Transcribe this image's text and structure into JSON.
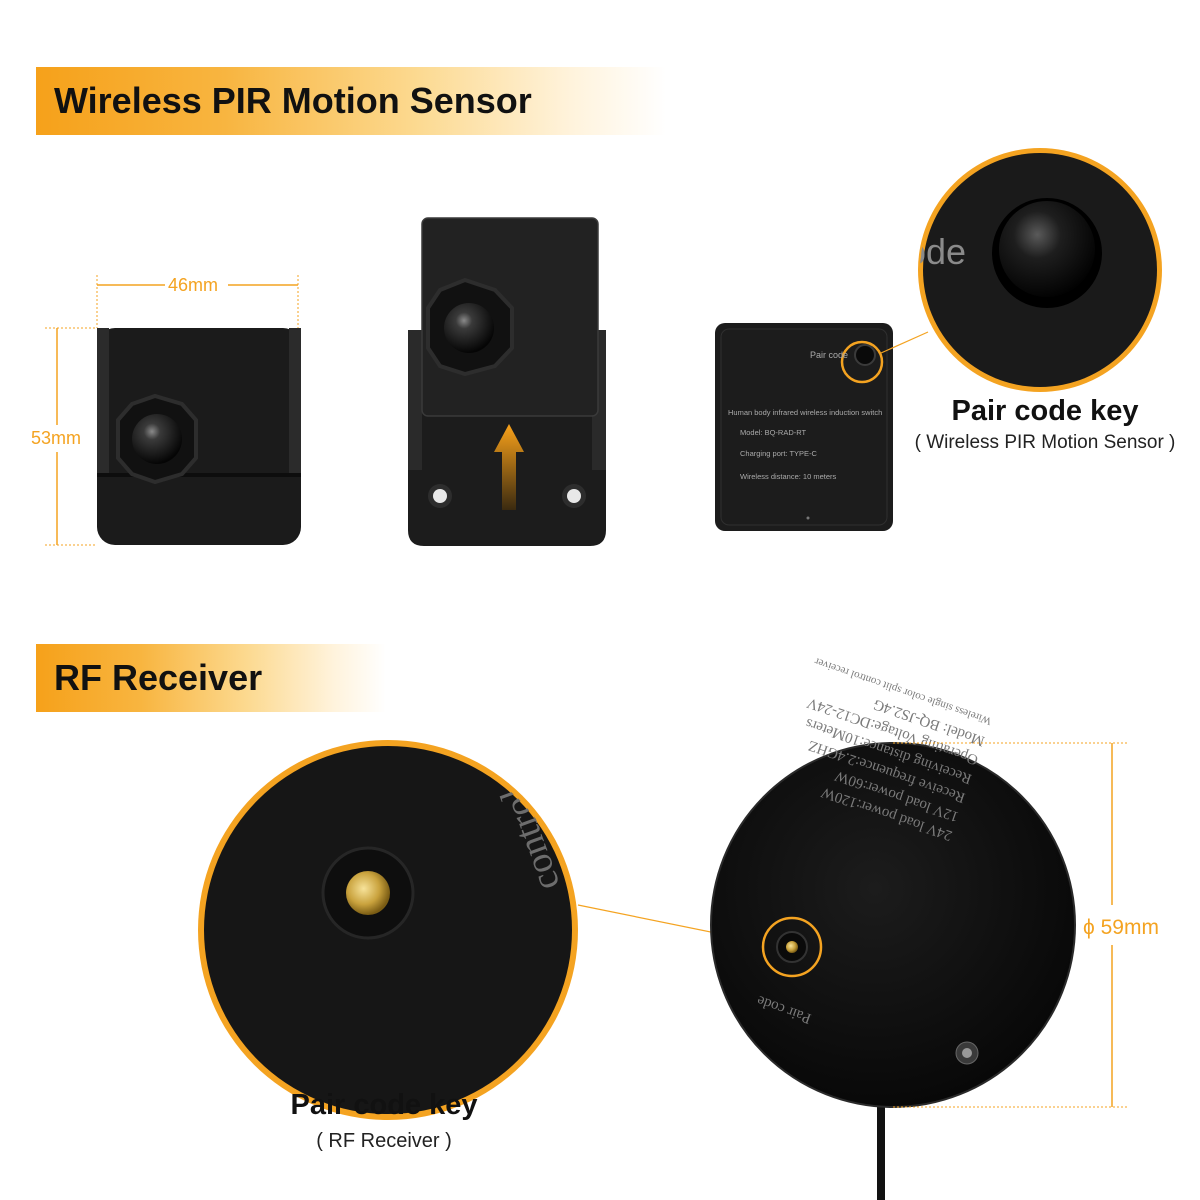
{
  "sections": {
    "pir": {
      "title": "Wireless PIR Motion Sensor",
      "width_dim": "46mm",
      "height_dim": "53mm",
      "back_label": {
        "pair": "Pair code",
        "line1": "Human body infrared wireless induction switch",
        "line2": "Model: BQ-RAD-RT",
        "line3": "Charging port: TYPE-C",
        "line4": "Wireless distance: 10 meters"
      },
      "zoom_text": "ode",
      "pair_title": "Pair code key",
      "pair_sub": "( Wireless PIR Motion Sensor )"
    },
    "rf": {
      "title": "RF Receiver",
      "diameter_dim": "ϕ 59mm",
      "zoom_text": "control receiver",
      "label_lines": [
        "24V load power:120W",
        "12V load power:60W",
        "Receive frequence:2.4GHZ",
        "Receiving distance:10Meters",
        "Operating Voltage:DC12-24V",
        "Model: BQ-JS2.4G",
        "Wireless single color split control receiver"
      ],
      "pair_label": "Pair code",
      "pair_title": "Pair code key",
      "pair_sub": "( RF Receiver )"
    }
  },
  "colors": {
    "accent": "#f4a321",
    "device": "#1a1a1a"
  }
}
